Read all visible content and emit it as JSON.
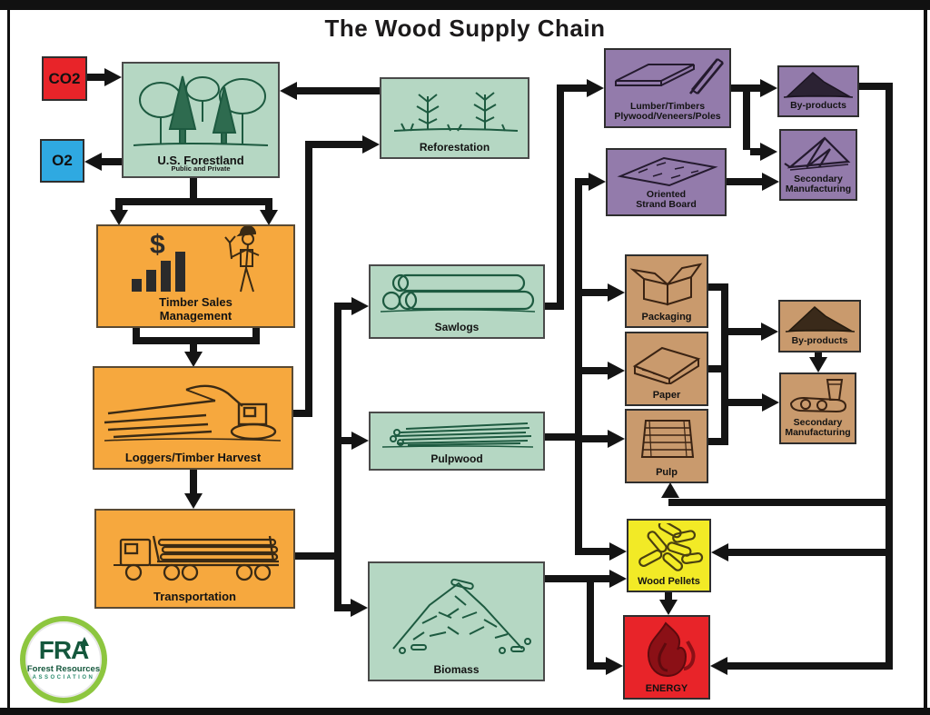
{
  "title": "The Wood Supply Chain",
  "colors": {
    "box_green": "#b5d7c3",
    "box_orange": "#f6a83e",
    "box_purple": "#937bab",
    "box_tan": "#c99a6d",
    "box_yellow": "#f2ea26",
    "box_red": "#e82429",
    "box_blue": "#2fa9e1",
    "connector_ink": "#141414",
    "logo_ring_green": "#8dc63f",
    "logo_text_green": "#14573c"
  },
  "nodes": {
    "co2": {
      "label": "CO2"
    },
    "o2": {
      "label": "O2"
    },
    "forestland": {
      "label": "U.S. Forestland",
      "sublabel": "Public and Private"
    },
    "reforestation": {
      "label": "Reforestation"
    },
    "timber_sales": {
      "label": "Timber Sales\nManagement"
    },
    "loggers": {
      "label": "Loggers/Timber Harvest"
    },
    "transportation": {
      "label": "Transportation"
    },
    "sawlogs": {
      "label": "Sawlogs"
    },
    "pulpwood": {
      "label": "Pulpwood"
    },
    "biomass": {
      "label": "Biomass"
    },
    "lumber": {
      "label": "Lumber/Timbers\nPlywood/Veneers/Poles"
    },
    "osb": {
      "label": "Oriented\nStrand Board"
    },
    "byproducts_wood": {
      "label": "By-products"
    },
    "secondary_wood": {
      "label": "Secondary\nManufacturing"
    },
    "packaging": {
      "label": "Packaging"
    },
    "paper": {
      "label": "Paper"
    },
    "pulp": {
      "label": "Pulp"
    },
    "byproducts_fiber": {
      "label": "By-products"
    },
    "secondary_fiber": {
      "label": "Secondary\nManufacturing"
    },
    "wood_pellets": {
      "label": "Wood Pellets"
    },
    "energy": {
      "label": "ENERGY"
    }
  },
  "logo": {
    "acronym": "FRA",
    "line1": "Forest Resources",
    "line2": "ASSOCIATION"
  }
}
